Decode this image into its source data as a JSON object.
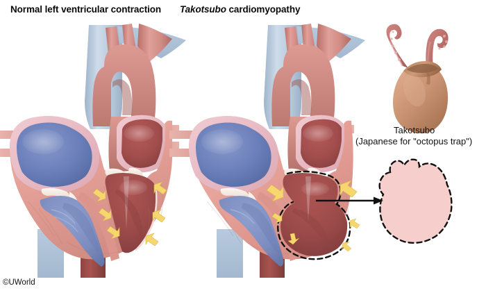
{
  "figure": {
    "type": "medical-illustration",
    "subject": "Takotsubo cardiomyopathy versus normal left ventricular contraction",
    "background_color": "#ffffff"
  },
  "titles": {
    "left": "Normal left ventricular contraction",
    "right_italic": "Takotsubo",
    "right_rest": " cardiomyopathy"
  },
  "caption": {
    "line1": "Takotsubo",
    "line2": "(Japanese for \"octopus trap\")"
  },
  "copyright": "©UWorld",
  "palette": {
    "myocardium": "#e5a198",
    "myocardium_dark": "#d4897f",
    "myocardium_light": "#f0b8b0",
    "lv_cavity": "#a8504f",
    "lv_cavity_dark": "#8f4241",
    "la_cavity": "#a8504f",
    "rv_cavity": "#7b8cc0",
    "ra_cavity": "#5f73b5",
    "vein_blue": "#b9cbdd",
    "vein_blue_dark": "#9fb4cb",
    "aorta_pink": "#d79089",
    "aorta_dark": "#b8706a",
    "pulm_vein": "#dfa49d",
    "epicardium": "#e8bcc4",
    "valve_white": "#f4ece4",
    "arrow_yellow": "#f5d76e",
    "arrow_black": "#1a1a1a",
    "dash_black": "#111111",
    "balloon_pink": "#f6cfcc",
    "pot_tan": "#c99070",
    "pot_tan_dark": "#a9714f",
    "tentacle_pink": "#c1736e"
  },
  "panels": [
    {
      "id": "normal-heart",
      "label": "Normal left ventricular contraction",
      "chambers": [
        "right atrium",
        "right ventricle",
        "left atrium",
        "left ventricle"
      ],
      "contraction_arrows": 6,
      "arrow_note": "uniform inward arrows along entire left ventricular wall"
    },
    {
      "id": "takotsubo-heart",
      "label": "Takotsubo cardiomyopathy",
      "chambers": [
        "right atrium",
        "right ventricle",
        "left atrium",
        "left ventricle"
      ],
      "contraction_arrows": 6,
      "arrow_note": "large basal arrows, small apical arrows; dashed outline marks apical ballooning"
    }
  ],
  "annotations": {
    "pot_label": "takotsubo octopus trap pot",
    "balloon_label": "apical ballooning silhouette",
    "connector": "arrow from ballooned apex to silhouette"
  }
}
